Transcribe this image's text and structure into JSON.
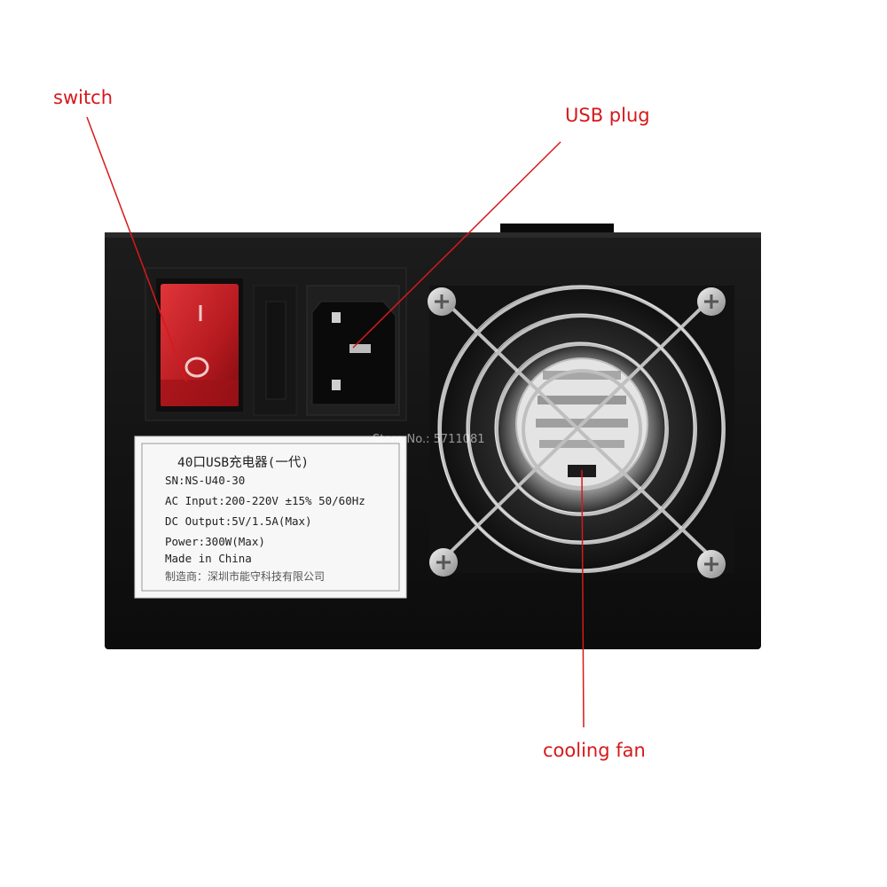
{
  "callouts": {
    "switch": "switch",
    "usb_plug": "USB plug",
    "cooling_fan": "cooling fan"
  },
  "sticker": {
    "title": "40口USB充电器(一代)",
    "sn": "SN:NS-U40-30",
    "ac_input": "AC Input:200-220V ±15% 50/60Hz",
    "dc_output": "DC Output:5V/1.5A(Max)",
    "power": "Power:300W(Max)",
    "made_in": "Made in China",
    "manufacturer": "制造商：深圳市能守科技有限公司"
  },
  "switch_marks": {
    "on": "I",
    "off": "O"
  },
  "watermark": "Store No.: 5711081",
  "colors": {
    "callout_red": "#d6191b",
    "chassis": "#141414",
    "switch_red": "#c41e22"
  }
}
